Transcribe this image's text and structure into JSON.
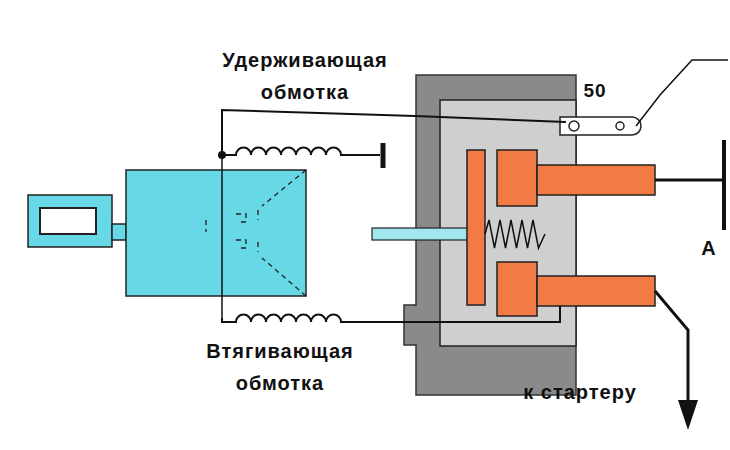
{
  "diagram": {
    "labels": [
      "Удерживающая обмотка",
      "Втягивающая обмотка",
      "50",
      "А",
      "к стартеру"
    ]
  }
}
